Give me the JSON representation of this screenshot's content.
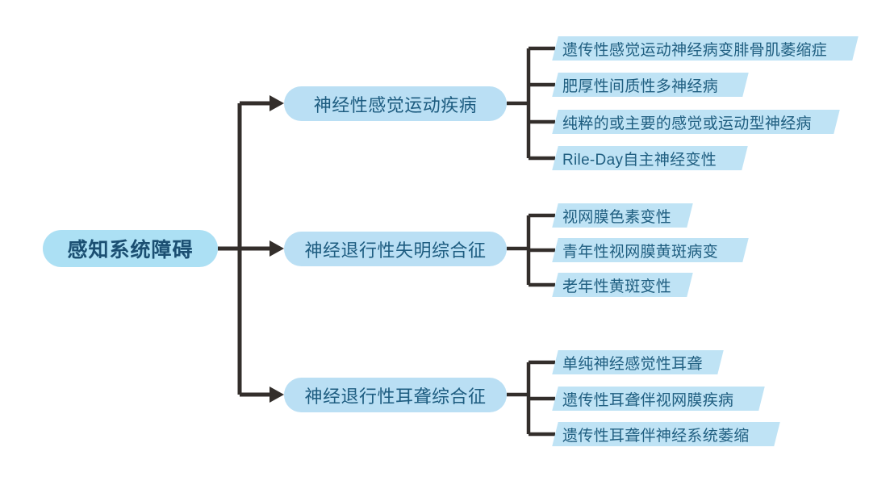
{
  "diagram": {
    "type": "mind-map",
    "title": "感知系统障碍",
    "colors": {
      "root_fill": "#ace0f4",
      "branch_fill": "#badff4",
      "leaf_fill": "#bfe3f5",
      "root_text": "#1b4f72",
      "branch_text": "#1d5c80",
      "leaf_text": "#1f5e80",
      "connector": "#332e2b",
      "background": "#ffffff"
    },
    "root": {
      "label": "感知系统障碍"
    },
    "branches": [
      {
        "label": "神经性感觉运动疾病",
        "leaves": [
          {
            "label": "遗传性感觉运动神经病变腓骨肌萎缩症"
          },
          {
            "label": "肥厚性间质性多神经病"
          },
          {
            "label": "纯粹的或主要的感觉或运动型神经病"
          },
          {
            "label": "Rile-Day自主神经变性"
          }
        ]
      },
      {
        "label": "神经退行性失明综合征",
        "leaves": [
          {
            "label": "视网膜色素变性"
          },
          {
            "label": "青年性视网膜黄斑病变"
          },
          {
            "label": "老年性黄斑变性"
          }
        ]
      },
      {
        "label": "神经退行性耳聋综合征",
        "leaves": [
          {
            "label": "单纯神经感觉性耳聋"
          },
          {
            "label": "遗传性耳聋伴视网膜疾病"
          },
          {
            "label": "遗传性耳聋伴神经系统萎缩"
          }
        ]
      }
    ]
  }
}
